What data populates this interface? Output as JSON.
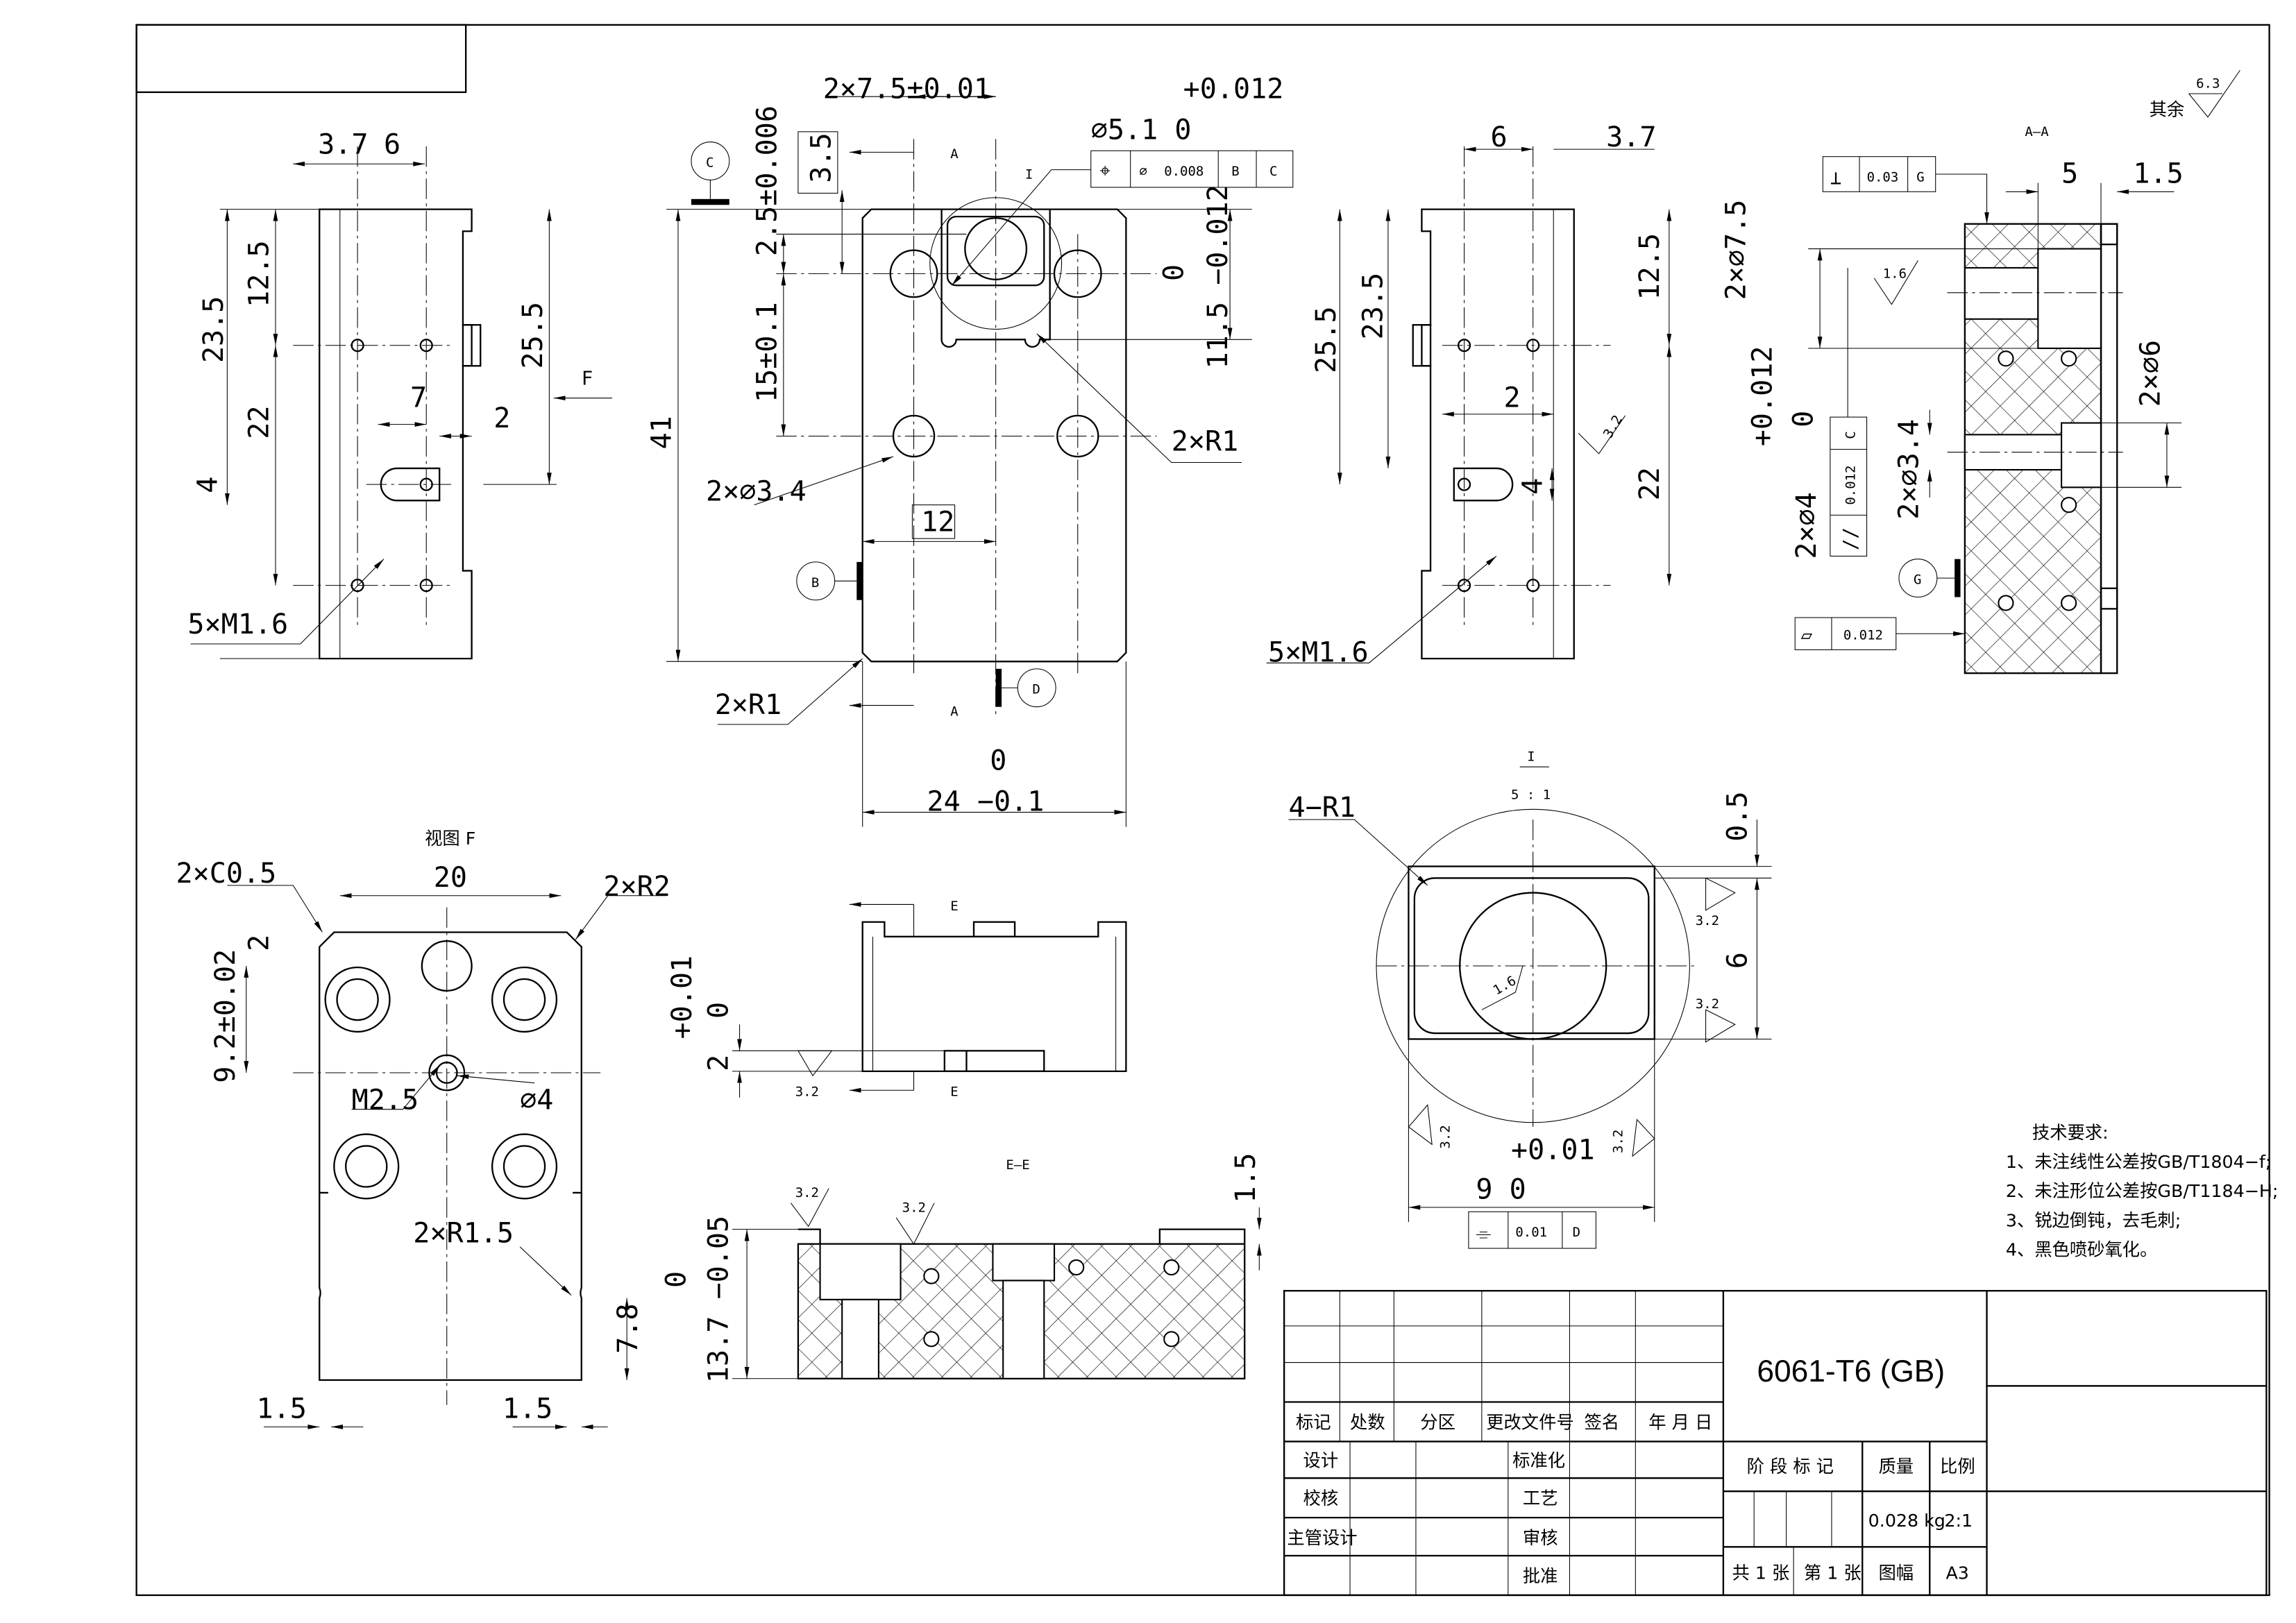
{
  "surface_default": {
    "label": "其余",
    "value": "6.3"
  },
  "side_view_left": {
    "dims": [
      "3.7",
      "6",
      "23.5",
      "12.5",
      "22",
      "4",
      "25.5",
      "7",
      "2",
      "F",
      "5×M1.6"
    ]
  },
  "front_view": {
    "dims": [
      "2×7.5±0.01",
      "+0.012",
      "∅5.1  0",
      "3.5",
      "2.5±0.006",
      "15±0.1",
      "41",
      "0",
      "11.5 −0.012",
      "2×R1",
      "2×∅3.4",
      "12",
      "2×R1",
      "0",
      "24 −0.1",
      "A",
      "A",
      "I"
    ],
    "fcf": {
      "symbol": "⌖",
      "zone": "∅",
      "value": "0.008",
      "datum1": "B",
      "datum2": "C"
    },
    "datums": {
      "c": "C",
      "b": "B",
      "d": "D"
    }
  },
  "side_view_right": {
    "dims": [
      "6",
      "3.7",
      "25.5",
      "23.5",
      "12.5",
      "2",
      "4",
      "22",
      "3.2",
      "5×M1.6"
    ]
  },
  "section_aa": {
    "title": "A—A",
    "dims": [
      "5",
      "1.5",
      "2×∅7.5",
      "1.6",
      "+0.012",
      "0",
      "2×∅4",
      "2×∅3.4",
      "2×∅6"
    ],
    "fcf_perp": {
      "symbol": "⊥",
      "value": "0.03",
      "datum": "G"
    },
    "fcf_parallel": {
      "symbol": "//",
      "value": "0.012",
      "datum": "C"
    },
    "fcf_flat": {
      "symbol": "▱",
      "value": "0.012"
    },
    "datum": "G"
  },
  "view_f": {
    "title": "视图 F",
    "dims": [
      "2×C0.5",
      "20",
      "2×R2",
      "2",
      "9.2±0.02",
      "M2.5",
      "∅4",
      "2×R1.5",
      "7.8",
      "1.5",
      "1.5"
    ]
  },
  "view_e": {
    "dims": [
      "E",
      "E",
      "+0.01",
      "0",
      "2",
      "3.2"
    ]
  },
  "section_ee": {
    "title": "E—E",
    "dims": [
      "1.5",
      "0",
      "13.7 −0.05",
      "3.2",
      "3.2"
    ]
  },
  "detail_i": {
    "title": "I",
    "scale": "5 : 1",
    "dims": [
      "4−R1",
      "0.5",
      "6",
      "3.2",
      "3.2",
      "3.2",
      "3.2",
      "+0.01",
      "9  0",
      "1.6"
    ],
    "fcf": {
      "symbol": "⌯",
      "value": "0.01",
      "datum": "D"
    }
  },
  "tech_requirements": {
    "title": "技术要求:",
    "items": [
      "1、未注线性公差按GB/T1804−f;",
      "2、未注形位公差按GB/T1184−H;",
      "3、锐边倒钝，去毛刺;",
      "4、黑色喷砂氧化。"
    ]
  },
  "title_block": {
    "material": "6061-T6 (GB)",
    "headers": [
      "标记",
      "处数",
      "分区",
      "更改文件号",
      "签名",
      "年 月 日"
    ],
    "roles_left": [
      "设计",
      "校核",
      "主管设计",
      ""
    ],
    "roles_mid": [
      "标准化",
      "工艺",
      "审核",
      "批准"
    ],
    "stage_mark": "阶 段 标 记",
    "mass_label": "质量",
    "scale_label": "比例",
    "mass": "0.028 kg",
    "scale": "2:1",
    "sheets_total": "共 1 张",
    "sheet_no": "第 1 张",
    "size_label": "图幅",
    "size": "A3"
  }
}
